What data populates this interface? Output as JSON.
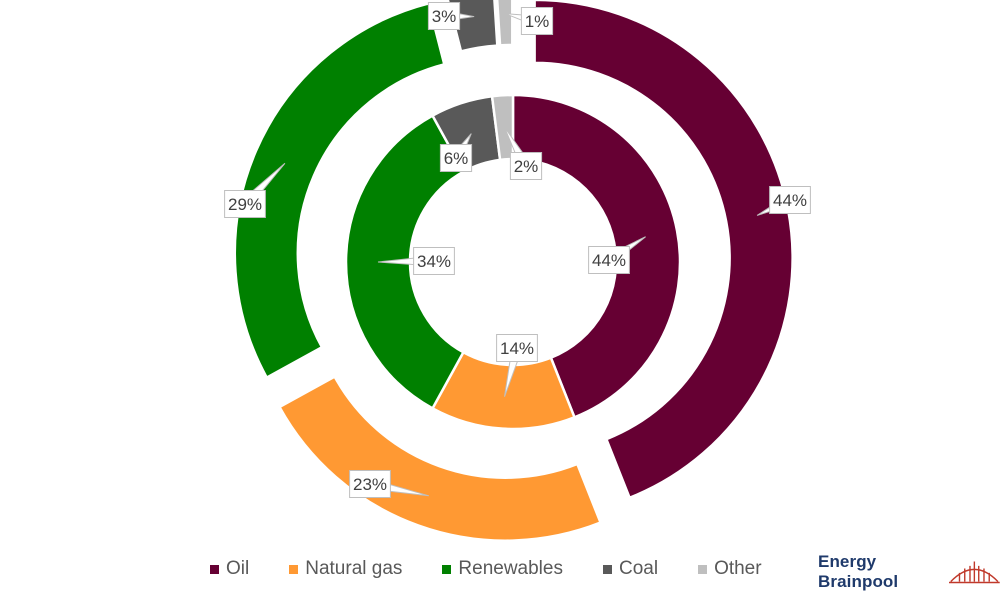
{
  "chart_data": {
    "type": "doughnut",
    "categories": [
      "Oil",
      "Natural gas",
      "Renewables",
      "Coal",
      "Other"
    ],
    "series": [
      {
        "ring": "outer",
        "values": [
          44,
          23,
          29,
          3,
          1
        ],
        "labels": [
          "44%",
          "23%",
          "29%",
          "3%",
          "1%"
        ]
      },
      {
        "ring": "inner",
        "values": [
          44,
          14,
          34,
          6,
          2
        ],
        "labels": [
          "44%",
          "14%",
          "34%",
          "6%",
          "2%"
        ]
      }
    ],
    "colors": [
      "#660033",
      "#FF9933",
      "#008000",
      "#595959",
      "#BFBFBF"
    ],
    "legend_position": "bottom"
  },
  "legend": [
    {
      "label": "Oil",
      "color": "#660033"
    },
    {
      "label": "Natural gas",
      "color": "#FF9933"
    },
    {
      "label": "Renewables",
      "color": "#008000"
    },
    {
      "label": "Coal",
      "color": "#595959"
    },
    {
      "label": "Other",
      "color": "#BFBFBF"
    }
  ],
  "brand": {
    "name": "Energy Brainpool",
    "logo_icon": "bridge-logo-icon",
    "logo_color": "#c0392b"
  }
}
